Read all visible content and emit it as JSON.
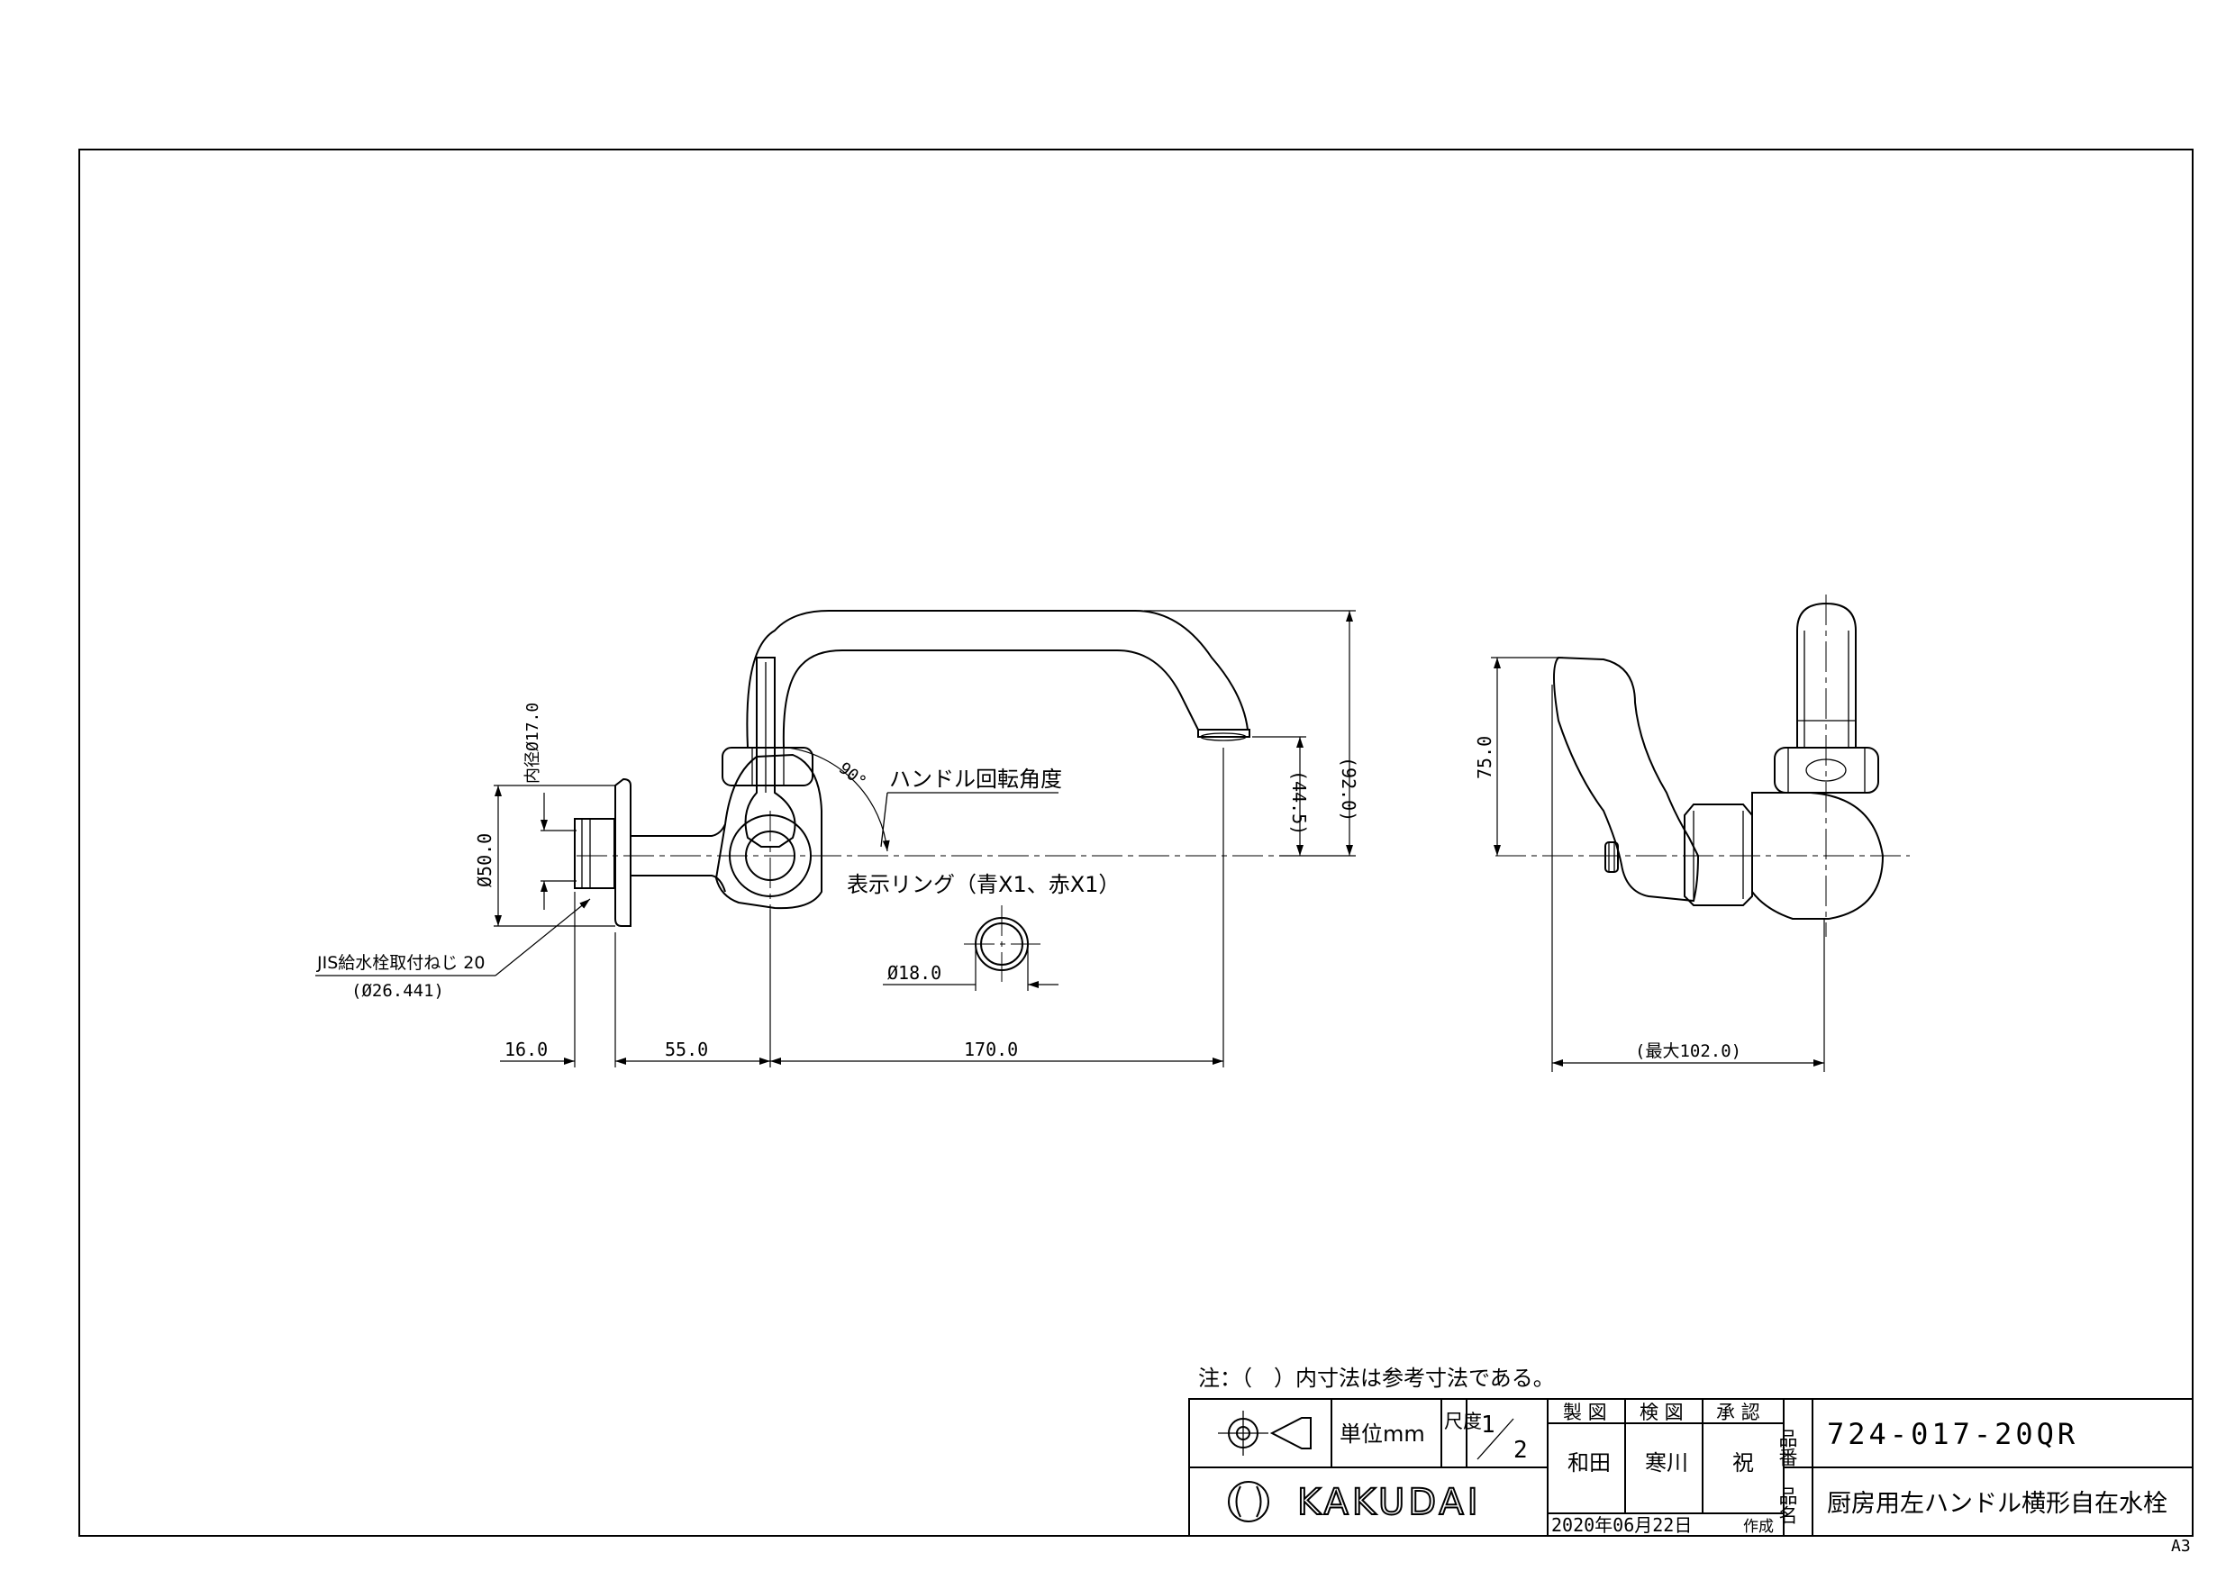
{
  "dimensions": {
    "d16": "16.0",
    "d55": "55.0",
    "d170": "170.0",
    "d92": "(92.0)",
    "d44": "(44.5)",
    "d50": "Ø50.0",
    "inner": "内径Ø17.0",
    "ring_dia": "Ø18.0",
    "d75": "75.0",
    "d102": "(最大102.0)",
    "angle": "90°"
  },
  "labels": {
    "handle_angle": "ハンドル回転角度",
    "ring": "表示リング（青X1、赤X1）",
    "jis": "JIS給水栓取付ねじ 20",
    "jis_sub": "(Ø26.441)"
  },
  "title_block": {
    "note": "注：（　）内寸法は参考寸法である。",
    "unit": "単位mm",
    "scale_label": "尺度",
    "scale_num": "1",
    "scale_den": "2",
    "drawn_h": "製 図",
    "checked_h": "検 図",
    "approved_h": "承 認",
    "drawn": "和田",
    "checked": "寒川",
    "approved": "祝",
    "date": "2020年06月22日",
    "created": "作成",
    "part_no_label": "品番",
    "part_no": "724-017-20QR",
    "name_label": "品名",
    "product_name": "厨房用左ハンドル横形自在水栓",
    "brand": "KAKUDAI"
  },
  "sheet": "A3"
}
